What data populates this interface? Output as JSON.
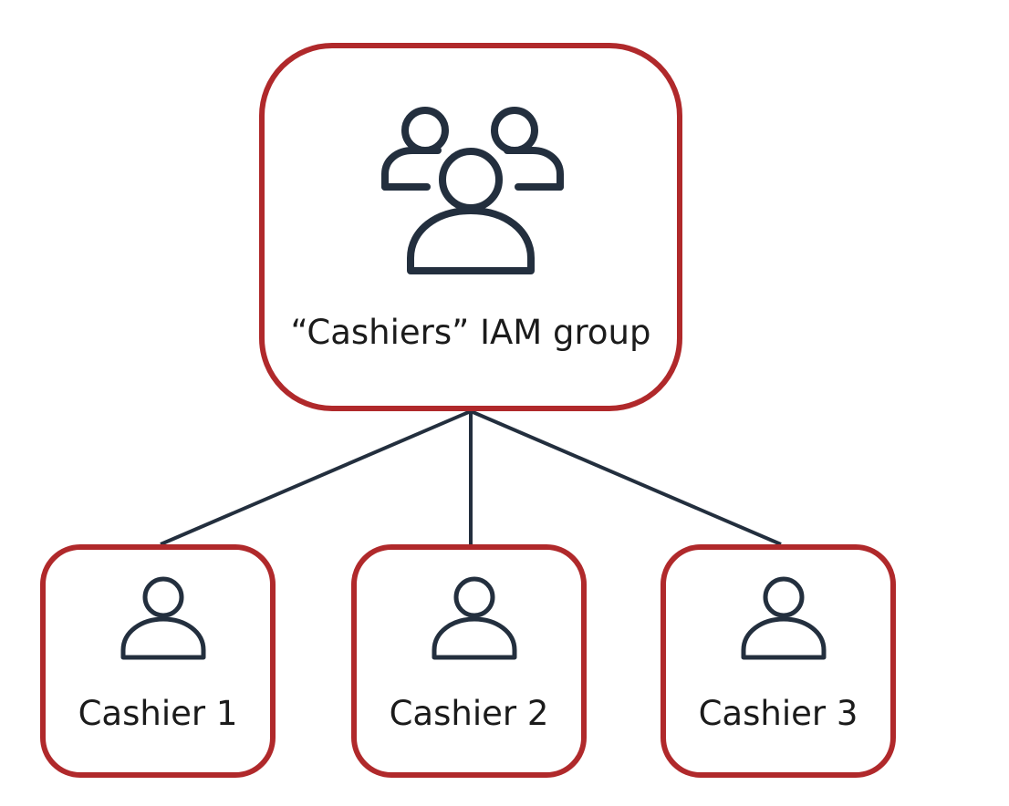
{
  "colors": {
    "box_border": "#b0292b",
    "icon_stroke": "#232f3e",
    "connector": "#232f3e",
    "text": "#1b1b1b"
  },
  "group": {
    "label": "“Cashiers” IAM group",
    "icon": "users-group-icon"
  },
  "users": [
    {
      "label": "Cashier 1",
      "icon": "user-icon"
    },
    {
      "label": "Cashier 2",
      "icon": "user-icon"
    },
    {
      "label": "Cashier 3",
      "icon": "user-icon"
    }
  ]
}
